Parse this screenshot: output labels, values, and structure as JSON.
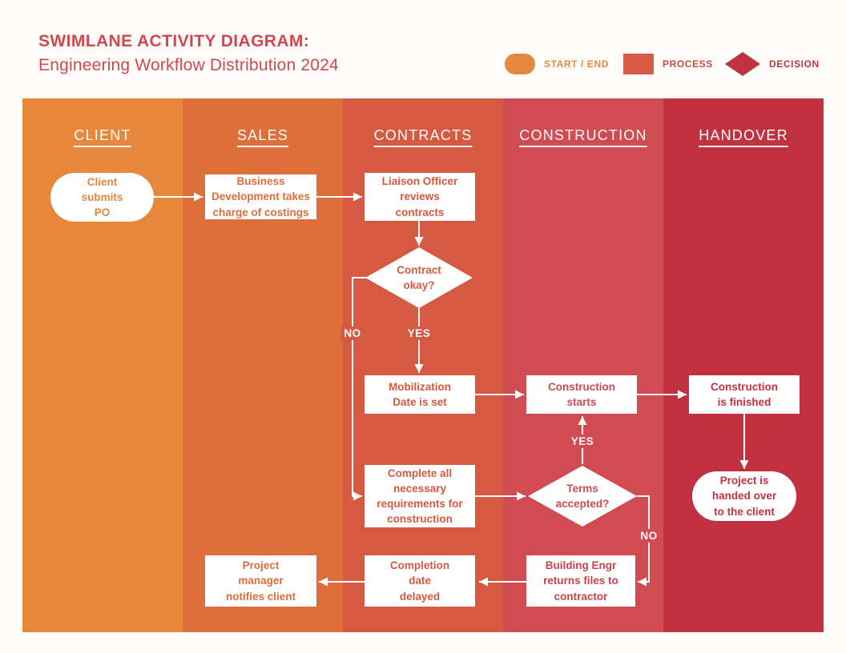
{
  "header": {
    "title": "SWIMLANE ACTIVITY DIAGRAM:",
    "subtitle": "Engineering Workflow Distribution 2024",
    "accent_color": "#d2474f"
  },
  "legend": {
    "items": [
      {
        "label": "START / END",
        "shape": "rounded-pill",
        "color": "#e28b3e"
      },
      {
        "label": "PROCESS",
        "shape": "rectangle",
        "color": "#d95b43"
      },
      {
        "label": "DECISION",
        "shape": "diamond",
        "color": "#c0323f"
      }
    ]
  },
  "lanes": [
    {
      "label": "CLIENT",
      "color": "#e6873c"
    },
    {
      "label": "SALES",
      "color": "#de6f3b"
    },
    {
      "label": "CONTRACTS",
      "color": "#d65a41"
    },
    {
      "label": "CONSTRUCTION",
      "color": "#d14b53"
    },
    {
      "label": "HANDOVER",
      "color": "#c23140"
    }
  ],
  "nodes": {
    "client_submits": {
      "label": "Client\nsubmits\nPO",
      "type": "start",
      "lane": "CLIENT"
    },
    "business_dev": {
      "label": "Business\nDevelopment takes\ncharge of costings",
      "type": "process",
      "lane": "SALES"
    },
    "liaison": {
      "label": "Liaison Officer\nreviews\ncontracts",
      "type": "process",
      "lane": "CONTRACTS"
    },
    "contract_okay": {
      "label": "Contract\nokay?",
      "type": "decision",
      "lane": "CONTRACTS"
    },
    "mobilization": {
      "label": "Mobilization\nDate is set",
      "type": "process",
      "lane": "CONTRACTS"
    },
    "constr_starts": {
      "label": "Construction\nstarts",
      "type": "process",
      "lane": "CONSTRUCTION"
    },
    "constr_finished": {
      "label": "Construction\nis finished",
      "type": "process",
      "lane": "HANDOVER"
    },
    "complete_all": {
      "label": "Complete all\nnecessary\nrequirements for\nconstruction",
      "type": "process",
      "lane": "CONTRACTS"
    },
    "terms_accepted": {
      "label": "Terms\naccepted?",
      "type": "decision",
      "lane": "CONSTRUCTION"
    },
    "project_handed": {
      "label": "Project is\nhanded over\nto the client",
      "type": "end",
      "lane": "HANDOVER"
    },
    "building_engr": {
      "label": "Building Engr\nreturns files to\ncontractor",
      "type": "process",
      "lane": "CONSTRUCTION"
    },
    "completion_delay": {
      "label": "Completion\ndate\ndelayed",
      "type": "process",
      "lane": "CONTRACTS"
    },
    "project_manager": {
      "label": "Project\nmanager\nnotifies client",
      "type": "process",
      "lane": "SALES"
    }
  },
  "edge_labels": {
    "contract_no": "NO",
    "contract_yes": "YES",
    "terms_yes": "YES",
    "terms_no": "NO"
  },
  "flow": [
    {
      "from": "client_submits",
      "to": "business_dev"
    },
    {
      "from": "business_dev",
      "to": "liaison"
    },
    {
      "from": "liaison",
      "to": "contract_okay"
    },
    {
      "from": "contract_okay",
      "to": "mobilization",
      "label": "YES"
    },
    {
      "from": "contract_okay",
      "to": "complete_all",
      "label": "NO"
    },
    {
      "from": "mobilization",
      "to": "constr_starts"
    },
    {
      "from": "constr_starts",
      "to": "constr_finished"
    },
    {
      "from": "constr_finished",
      "to": "project_handed"
    },
    {
      "from": "complete_all",
      "to": "terms_accepted"
    },
    {
      "from": "terms_accepted",
      "to": "constr_starts",
      "label": "YES"
    },
    {
      "from": "terms_accepted",
      "to": "building_engr",
      "label": "NO"
    },
    {
      "from": "building_engr",
      "to": "completion_delay"
    },
    {
      "from": "completion_delay",
      "to": "project_manager"
    }
  ]
}
